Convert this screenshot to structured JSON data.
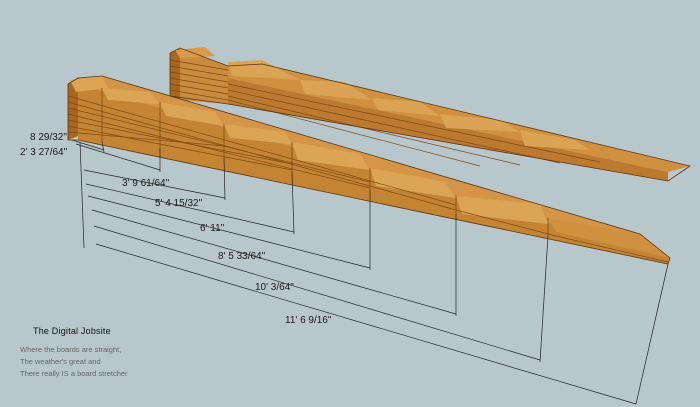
{
  "colors": {
    "background": "#b8c7cc",
    "wood_top": "#c98b3d",
    "wood_side": "#b8762c",
    "wood_dark": "#8a5519",
    "dimension_line": "#222222"
  },
  "dimensions": [
    {
      "label": "8 29/32\""
    },
    {
      "label": "2' 3 27/64\""
    },
    {
      "label": "3' 9 61/64\""
    },
    {
      "label": "5' 4 15/32\""
    },
    {
      "label": "6' 11\""
    },
    {
      "label": "8' 5 33/64\""
    },
    {
      "label": "10' 3/64\""
    },
    {
      "label": "11' 6 9/16\""
    }
  ],
  "branding": {
    "title": "The Digital Jobsite",
    "tagline": [
      "Where the boards are straight,",
      "The weather's great and",
      "There really IS a board stretcher"
    ]
  }
}
